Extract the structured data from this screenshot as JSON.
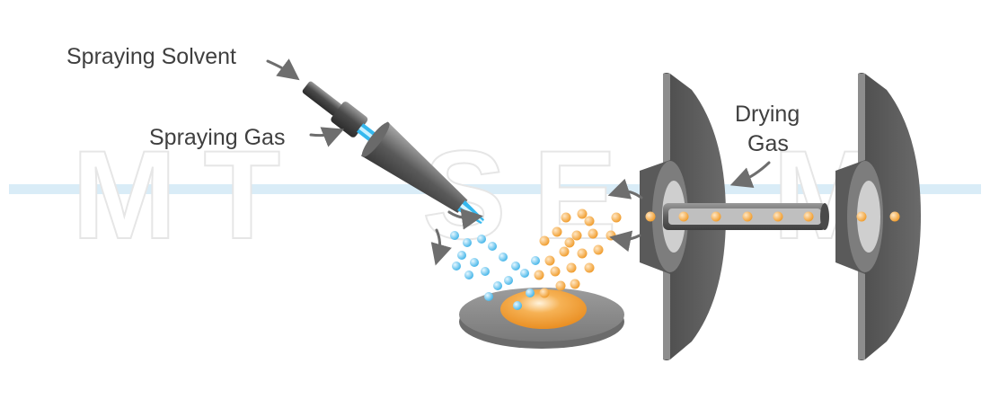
{
  "labels": {
    "spraying_solvent": "Spraying Solvent",
    "spraying_gas": "Spraying Gas",
    "drying_gas_line1": "Drying",
    "drying_gas_line2": "Gas"
  },
  "watermark": "MTOSECAM",
  "colors": {
    "droplet_blue": "#5bc0ec",
    "droplet_orange": "#f5a43a",
    "nozzle_blue": "#35b8ee",
    "plate_gray": "#8a8a8a",
    "cone_dark": "#5e5e5e",
    "arrow_gray": "#6e6e6e"
  },
  "icons": [
    "spray-nozzle-icon",
    "sample-plate-icon",
    "mass-spec-inlet-icon"
  ]
}
